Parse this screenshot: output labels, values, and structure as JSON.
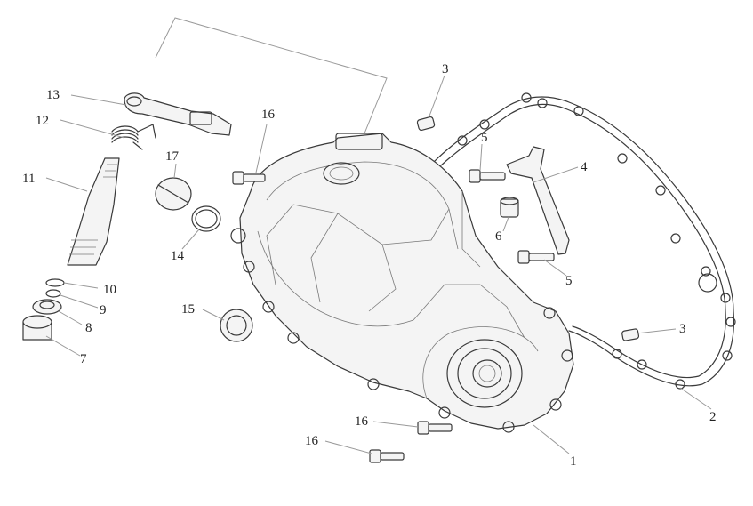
{
  "diagram": {
    "type": "exploded-parts-view",
    "colors": {
      "line": "#3a3a3a",
      "leader": "#9a9a9a",
      "text": "#222222",
      "background": "#ffffff"
    },
    "callouts": [
      {
        "id": "c1",
        "label": "1",
        "part": "cover"
      },
      {
        "id": "c2",
        "label": "2",
        "part": "gasket"
      },
      {
        "id": "c3a",
        "label": "3",
        "part": "dowel-pin-top"
      },
      {
        "id": "c3b",
        "label": "3",
        "part": "dowel-pin-right"
      },
      {
        "id": "c4",
        "label": "4",
        "part": "bracket"
      },
      {
        "id": "c5a",
        "label": "5",
        "part": "bolt-bracket-upper"
      },
      {
        "id": "c5b",
        "label": "5",
        "part": "bolt-bracket-lower"
      },
      {
        "id": "c6",
        "label": "6",
        "part": "collar"
      },
      {
        "id": "c7",
        "label": "7",
        "part": "bushing"
      },
      {
        "id": "c8",
        "label": "8",
        "part": "oil-seal"
      },
      {
        "id": "c9",
        "label": "9",
        "part": "washer"
      },
      {
        "id": "c10",
        "label": "10",
        "part": "circlip"
      },
      {
        "id": "c11",
        "label": "11",
        "part": "shaft"
      },
      {
        "id": "c12",
        "label": "12",
        "part": "spring"
      },
      {
        "id": "c13",
        "label": "13",
        "part": "lever-arm"
      },
      {
        "id": "c14",
        "label": "14",
        "part": "o-ring"
      },
      {
        "id": "c15",
        "label": "15",
        "part": "seal"
      },
      {
        "id": "c16a",
        "label": "16",
        "part": "bolt-upper"
      },
      {
        "id": "c16b",
        "label": "16",
        "part": "bolt-lower-1"
      },
      {
        "id": "c16c",
        "label": "16",
        "part": "bolt-lower-2"
      },
      {
        "id": "c17",
        "label": "17",
        "part": "filler-cap"
      }
    ]
  }
}
